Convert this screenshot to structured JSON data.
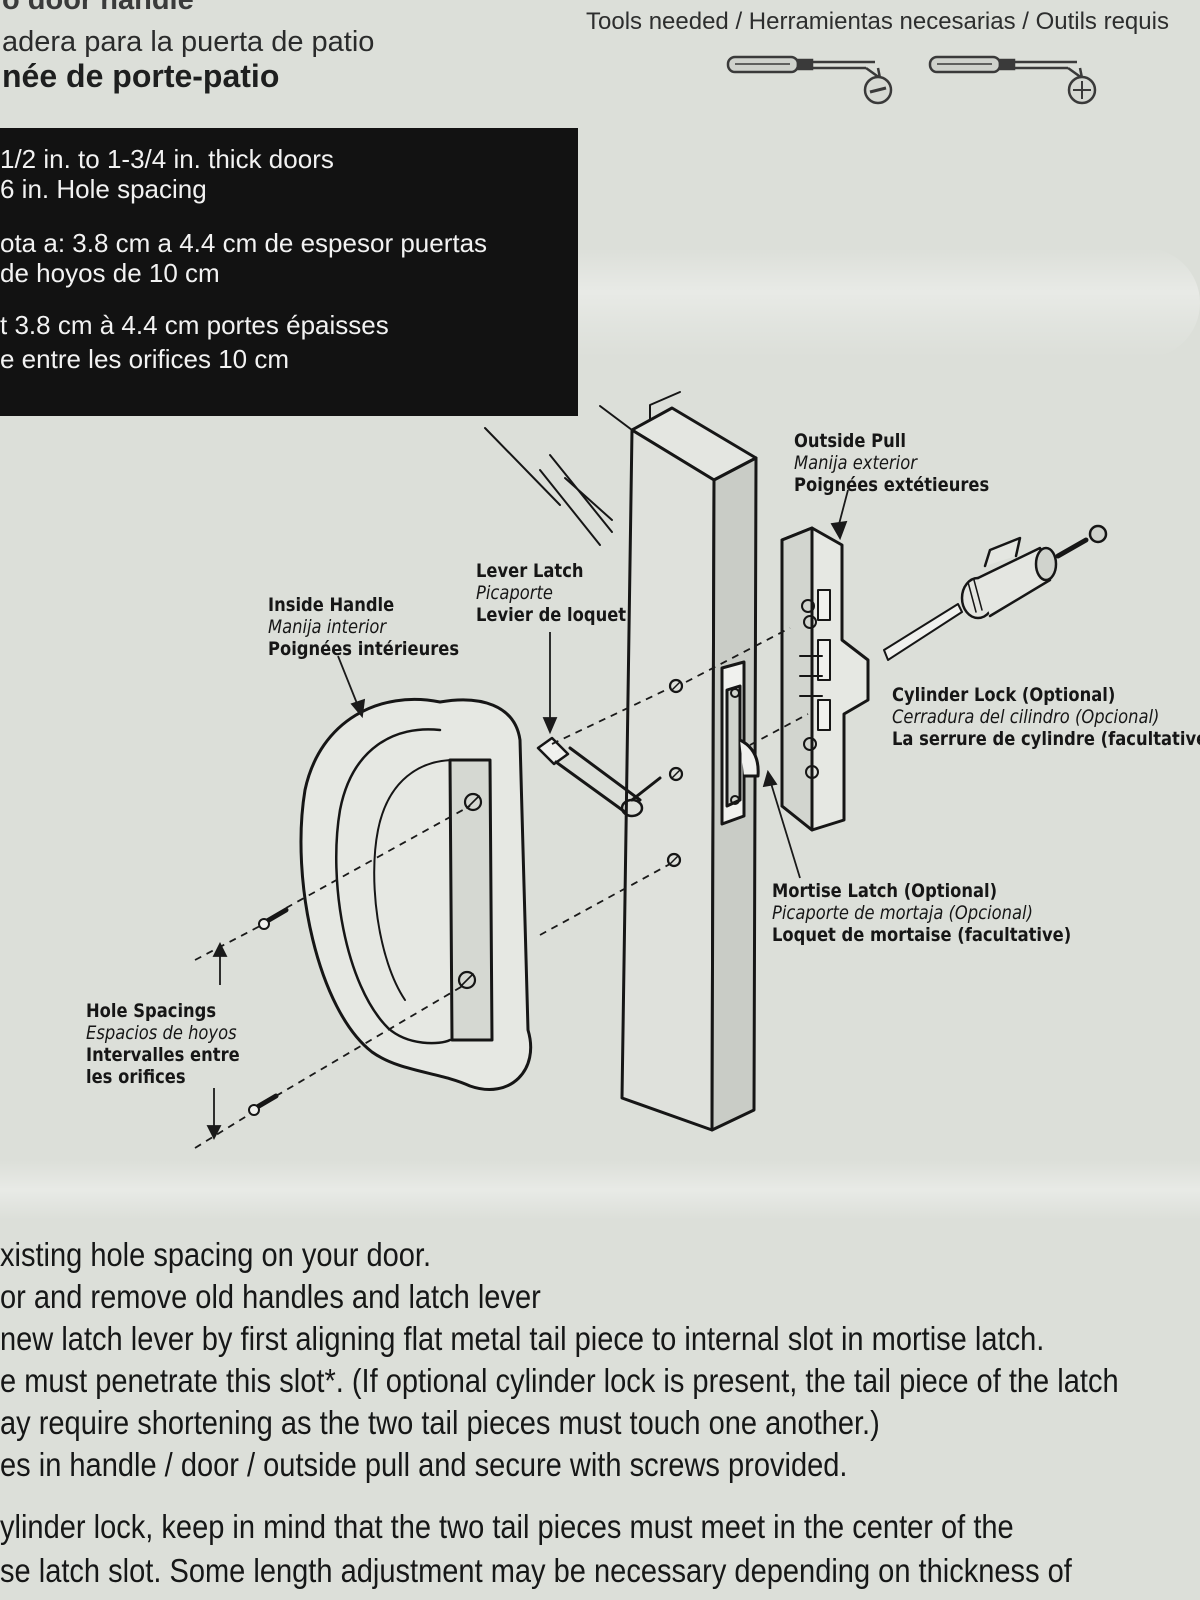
{
  "header": {
    "title_line1": "o door handle",
    "title_line2": "adera para la puerta de patio",
    "title_line3": "née de porte-patio",
    "tools_needed": "Tools needed / Herramientas necesarias / Outils requis",
    "tool_icons": [
      "flat-screwdriver-icon",
      "phillips-screwdriver-icon"
    ]
  },
  "specs": {
    "line1": "1/2 in. to 1-3/4 in. thick doors",
    "line2": "6 in. Hole spacing",
    "line3": "ota a: 3.8 cm a 4.4 cm de espesor puertas",
    "line4": "de hoyos de 10 cm",
    "line5": "t 3.8 cm à 4.4 cm portes épaisses",
    "line6": "e entre les orifices 10 cm"
  },
  "callouts": {
    "outside_pull": {
      "en": "Outside Pull",
      "es": "Manija exterior",
      "fr": "Poignées extétieures"
    },
    "lever_latch": {
      "en": "Lever Latch",
      "es": "Picaporte",
      "fr": "Levier de loquet"
    },
    "inside_handle": {
      "en": "Inside Handle",
      "es": "Manija interior",
      "fr": "Poignées intérieures"
    },
    "cylinder_lock": {
      "en": "Cylinder Lock (Optional)",
      "es": "Cerradura del cilindro (Opcional)",
      "fr": "La serrure de cylindre (facultative)"
    },
    "mortise_latch": {
      "en": "Mortise Latch (Optional)",
      "es": "Picaporte de mortaja (Opcional)",
      "fr": "Loquet de mortaise (facultative)"
    },
    "hole_spacings": {
      "en": "Hole Spacings",
      "es": "Espacios de hoyos",
      "fr1": "Intervalles entre",
      "fr2": "les orifices"
    }
  },
  "instructions": [
    "xisting hole spacing on your door.",
    "or and remove old handles and latch lever",
    "new latch lever by first aligning flat metal tail piece to internal slot in mortise latch.",
    "e must penetrate this slot*. (If optional cylinder lock is present, the tail piece of the latch",
    "ay require shortening as the two tail pieces must touch one another.)",
    "es in handle / door / outside pull and secure with screws provided.",
    "ylinder lock, keep in mind that the two tail pieces must meet in the center of the",
    "se latch slot. Some length adjustment may be necessary depending on thickness of"
  ],
  "colors": {
    "background": "#dcdfd9",
    "ink": "#161616",
    "spec_box": "#121212",
    "spec_text": "#f2f2f2"
  }
}
